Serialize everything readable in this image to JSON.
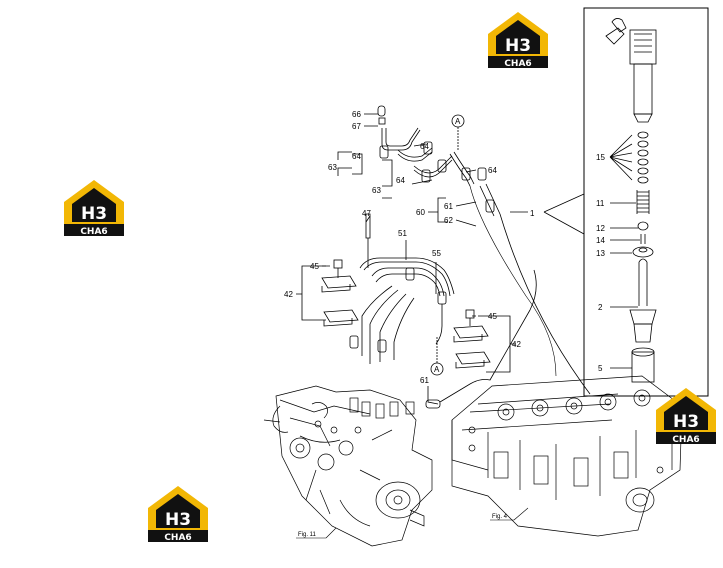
{
  "watermark": {
    "top": "H3",
    "bottom": "CHA6",
    "accent": "#f2b705",
    "dark": "#111111"
  },
  "callouts": {
    "c66": "66",
    "c67": "67",
    "c63a": "63",
    "c64a": "64",
    "c64b": "64",
    "c64c": "64",
    "c63b": "63",
    "c64d": "64",
    "c60": "60",
    "c61a": "61",
    "c62": "62",
    "c1": "1",
    "c47": "47",
    "c51": "51",
    "c55": "55",
    "c45a": "45",
    "c42a": "42",
    "c45b": "45",
    "c42b": "42",
    "c61b": "61",
    "c15": "15",
    "c11": "11",
    "c12": "12",
    "c14": "14",
    "c13": "13",
    "c2": "2",
    "c5": "5",
    "cA1": "A",
    "cA2": "A"
  },
  "figs": {
    "fig4": "Fig. 4",
    "fig11": "Fig. 11"
  }
}
